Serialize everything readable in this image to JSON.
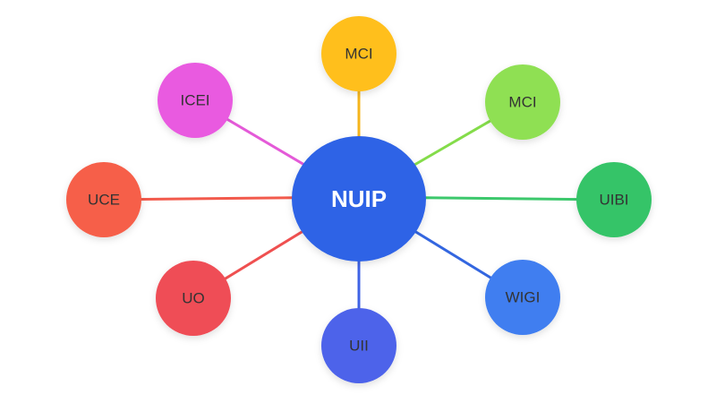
{
  "hub": {
    "label": "NUIP",
    "color": "#2f63e6"
  },
  "nodes": [
    {
      "id": "top",
      "label": "MCI",
      "color": "#ffbf1f",
      "line_color": "#f5b51c",
      "label_color": "#333333"
    },
    {
      "id": "top-right",
      "label": "MCI",
      "color": "#8fe053",
      "line_color": "#84dc4a",
      "label_color": "#333333"
    },
    {
      "id": "right",
      "label": "UIBI",
      "color": "#34c468",
      "line_color": "#3cc86c",
      "label_color": "#333333"
    },
    {
      "id": "bottom-right",
      "label": "WIGI",
      "color": "#3f7ef0",
      "line_color": "#3366e0",
      "label_color": "#333333"
    },
    {
      "id": "bottom",
      "label": "UII",
      "color": "#4d63ea",
      "line_color": "#3f63e6",
      "label_color": "#333333"
    },
    {
      "id": "bottom-left",
      "label": "UO",
      "color": "#ef4d56",
      "line_color": "#ef5050",
      "label_color": "#333333"
    },
    {
      "id": "left",
      "label": "UCE",
      "color": "#f65e48",
      "line_color": "#f25a4c",
      "label_color": "#333333"
    },
    {
      "id": "top-left",
      "label": "ICEI",
      "color": "#e95ae0",
      "line_color": "#e45ad8",
      "label_color": "#333333"
    }
  ]
}
